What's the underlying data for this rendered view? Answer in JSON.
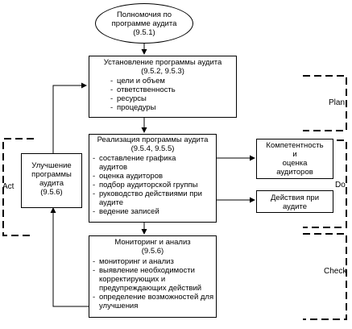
{
  "start": {
    "lines": [
      "Полномочия по",
      "программе аудита",
      "(9.5.1)"
    ]
  },
  "establish": {
    "title": "Установление программы аудита",
    "ref": "(9.5.2, 9.5.3)",
    "items": [
      "цели и объем",
      "ответственность",
      "ресурсы",
      "процедуры"
    ]
  },
  "implement": {
    "title": "Реализация программы аудита",
    "ref": "(9.5.4, 9.5.5)",
    "items": [
      "составление графика",
      "аудитов",
      "оценка аудиторов",
      "подбор аудиторской группы",
      "руководство действиями при",
      "аудите",
      "ведение записей"
    ]
  },
  "competence": {
    "lines": [
      "Компетентность",
      "и",
      "оценка",
      "аудиторов"
    ]
  },
  "actions": {
    "lines": [
      "Действия при",
      "аудите"
    ]
  },
  "improve": {
    "lines": [
      "Улучшение",
      "программы",
      "аудита",
      "(9.5.6)"
    ]
  },
  "monitor": {
    "title": "Мониторинг и анализ",
    "ref": "(9.5.6)",
    "items": [
      "мониторинг и анализ",
      "выявление необходимости",
      "корректирующих и",
      "предупреждающих действий",
      "определение возможностей для",
      "улучшения"
    ]
  },
  "phases": {
    "plan": "Plan",
    "do": "Do",
    "check": "Check",
    "act": "Act"
  }
}
